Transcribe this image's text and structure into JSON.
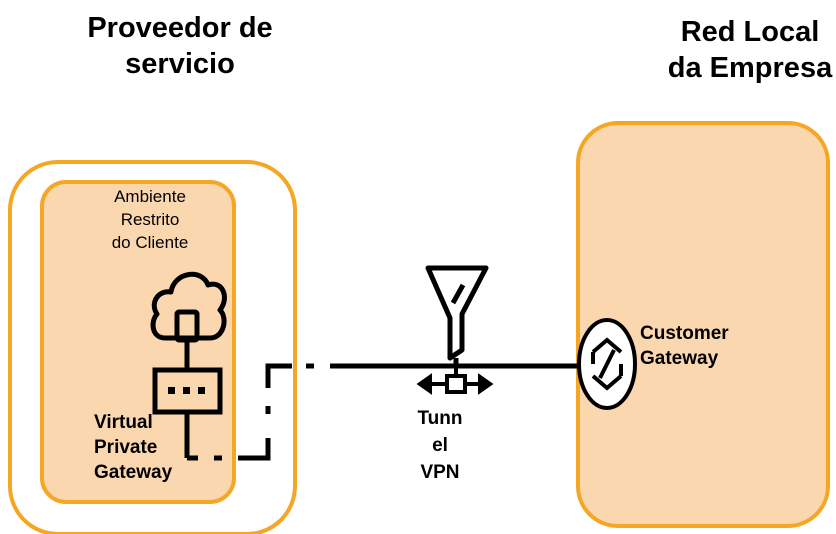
{
  "headings": {
    "provider_line1": "Proveedor de",
    "provider_line2": "servicio",
    "enterprise_line1": "Red Local",
    "enterprise_line2": "da Empresa"
  },
  "client_environment": {
    "line1": "Ambiente",
    "line2": "Restrito",
    "line3": "do Cliente"
  },
  "virtual_private_gateway": {
    "line1": "Virtual",
    "line2": "Private",
    "line3": "Gateway"
  },
  "tunnel": {
    "line1": "Tunn",
    "line2": "el",
    "line3": "VPN"
  },
  "customer_gateway": {
    "line1": "Customer",
    "line2": "Gateway"
  },
  "colors": {
    "outline": "#f5a623",
    "fill": "#fbd7b0",
    "stroke": "#000000"
  }
}
